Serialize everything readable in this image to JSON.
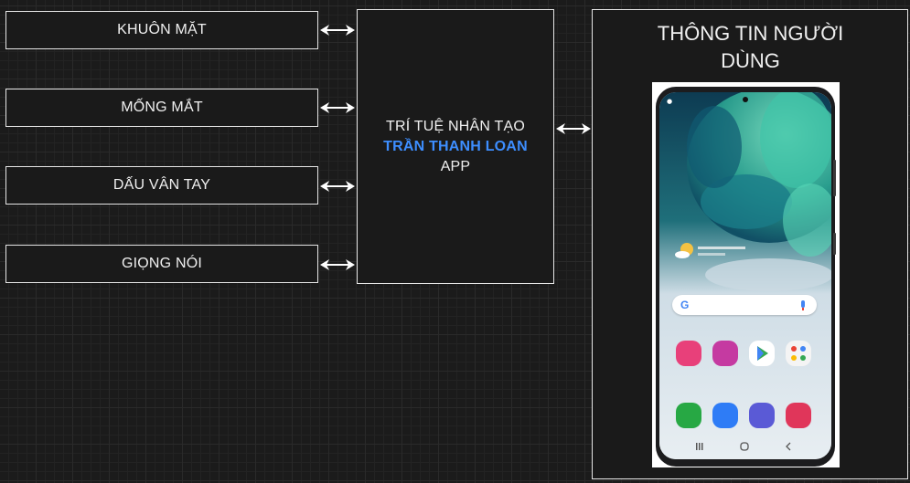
{
  "inputs": [
    {
      "label": "KHUÔN MẶT"
    },
    {
      "label": "MỐNG MẮT"
    },
    {
      "label": "DẤU VÂN TAY"
    },
    {
      "label": "GIỌNG NÓI"
    }
  ],
  "center": {
    "line1": "TRÍ TUỆ NHÂN TẠO",
    "line2": "TRẦN THANH LOAN",
    "line3": "APP"
  },
  "info": {
    "title_line1": "THÔNG TIN NGƯỜI",
    "title_line2": "DÙNG"
  },
  "colors": {
    "highlight": "#3d8eff",
    "box_border": "#e6e6e6",
    "canvas": "#1b1b1b"
  }
}
